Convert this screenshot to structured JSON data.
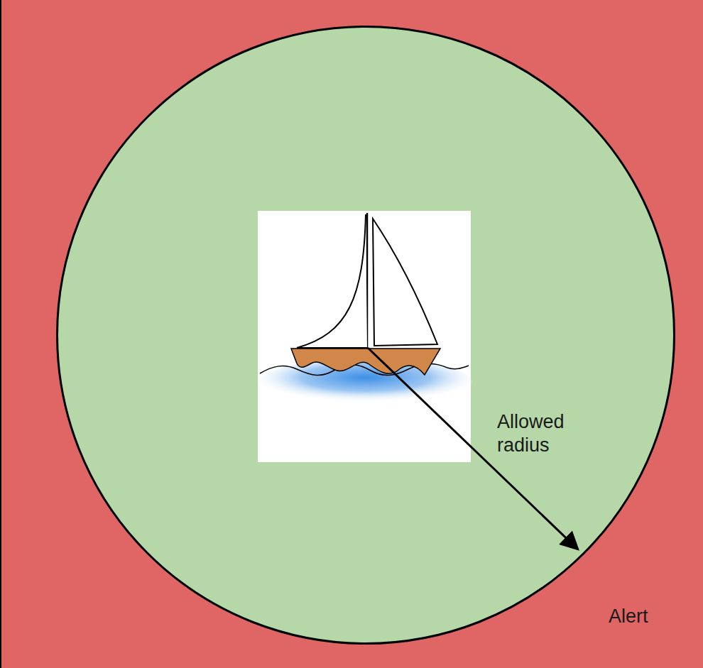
{
  "diagram": {
    "nodes": [
      {
        "text": [
          "Alert"
        ]
      },
      {
        "text": [
          "Allowed radius"
        ],
        "in": 0
      }
    ]
  }
}
